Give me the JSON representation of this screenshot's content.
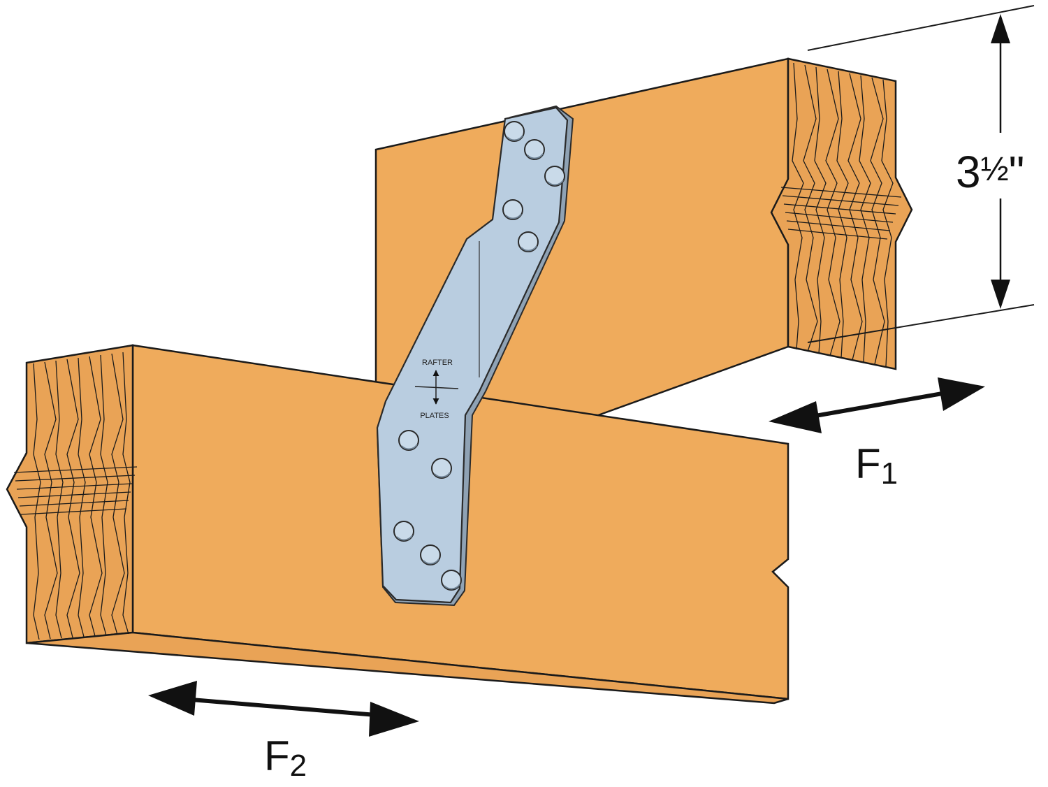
{
  "colors": {
    "wood": "#efab5c",
    "wood_end": "#e9a356",
    "outline": "#1a1a1a",
    "strap": "#b9cde0",
    "strap_edge": "#2a2a2a"
  },
  "dimension": {
    "whole": "3",
    "fraction": "½",
    "unit": "\""
  },
  "forces": {
    "f1": {
      "letter": "F",
      "sub": "1"
    },
    "f2": {
      "letter": "F",
      "sub": "2"
    }
  },
  "strap": {
    "label_top": "RAFTER",
    "label_bottom": "PLATES"
  }
}
